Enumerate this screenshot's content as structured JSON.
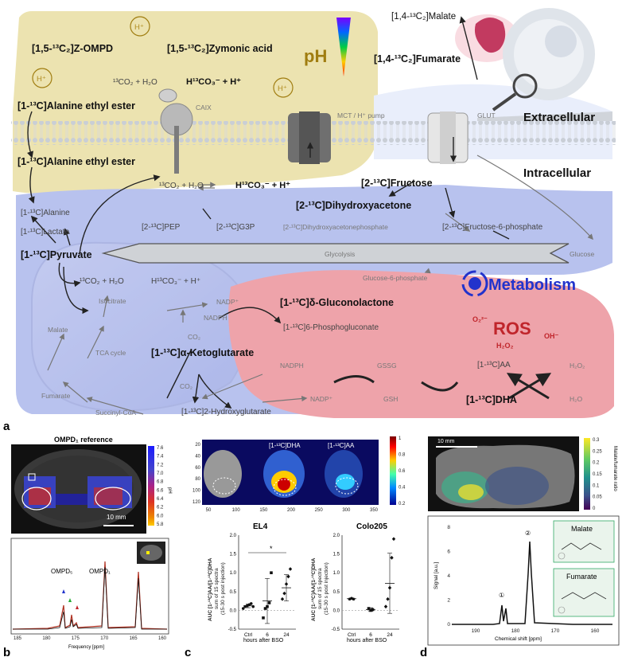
{
  "diagram": {
    "nodes": {
      "malate_top": "[1,4-¹³C₂]Malate",
      "fumarate_top": "[1,4-¹³C₂]Fumarate",
      "zompd": "[1,5-¹³C₂]Z-OMPD",
      "zymonic": "[1,5-¹³C₂]Zymonic acid",
      "ph": "pH",
      "h_plus": "H⁺",
      "co2_eq_top": "¹³CO₂ + H₂O",
      "hco3_top": "H¹³CO₃⁻ + H⁺",
      "alanine_ee_top": "[1-¹³C]Alanine ethyl ester",
      "caix": "CAIX",
      "mct": "MCT / H⁺ pump",
      "glut": "GLUT",
      "extracellular": "Extracellular",
      "intracellular": "Intracellular",
      "alanine_ee_in": "[1-¹³C]Alanine ethyl ester",
      "co2_eq_in": "¹³CO₂ + H₂O",
      "hco3_in": "H¹³CO₃⁻ + H⁺",
      "fructose": "[2-¹³C]Fructose",
      "dha_acetone": "[2-¹³C]Dihydroxyacetone",
      "alanine": "[1-¹³C]Alanine",
      "lactate": "[1-¹³C]Lactate",
      "pep": "[2-¹³C]PEP",
      "g3p": "[2-¹³C]G3P",
      "dhap": "[2-¹³C]Dihydroxyacetonephosphate",
      "f6p": "[2-¹³C]Fructose-6-phosphate",
      "pyruvate": "[1-¹³C]Pyruvate",
      "glycolysis": "Glycolysis",
      "glucose": "Glucose",
      "co2_eq_mito": "¹³CO₂ + H₂O",
      "hco3_mito": "H¹³CO₃⁻ + H⁺",
      "g6p": "Glucose-6-phosphate",
      "metabolism": "Metabolism",
      "isocitrate": "Isocitrate",
      "nadp_top": "NADP⁺",
      "nadph_top": "NADPH",
      "gluconolactone": "[1-¹³C]δ-Gluconolactone",
      "phosphogluconate": "[1-¹³C]6-Phosphogluconate",
      "co2_small": "CO₂",
      "ros": "ROS",
      "o2": "O₂²⁻",
      "oh": "OH⁻",
      "h2o2_ros": "H₂O₂",
      "malate": "Malate",
      "tca": "TCA cycle",
      "akg": "[1-¹³C]α-Ketoglutarate",
      "nadph_mid": "NADPH",
      "gssg": "GSSG",
      "aa": "[1-¹³C]AA",
      "h2o2_right": "H₂O₂",
      "fumarate": "Fumarate",
      "co2_akg": "CO₂",
      "nadp_mid": "NADP⁺",
      "gsh": "GSH",
      "dha": "[1-¹³C]DHA",
      "h2o": "H₂O",
      "succinyl": "Succinyl-CoA",
      "hydroxyglutarate": "[1-¹³C]2-Hydroxyglutarate"
    }
  },
  "panels": {
    "a": "a",
    "b": "b",
    "c": "c",
    "d": "d",
    "b_title": "OMPD₁ reference",
    "b_cbar_label": "pH",
    "b_cbar_ticks": [
      "7.6",
      "7.4",
      "7.2",
      "7.0",
      "6.8",
      "6.6",
      "6.4",
      "6.2",
      "6.0",
      "5.8"
    ],
    "b_scale": "10 mm",
    "b_spec_xlabel": "Frequency [ppm]",
    "b_spec_ticks": [
      "185",
      "180",
      "175",
      "170",
      "165",
      "160"
    ],
    "b_peak5": "OMPD₅",
    "b_peak1": "OMPD₁",
    "c_img_labels": [
      "[1-¹³C]DHA",
      "[1-¹³C]AA"
    ],
    "c_img_xticks": [
      "50",
      "100",
      "150",
      "200",
      "250",
      "300",
      "350"
    ],
    "c_img_yticks": [
      "20",
      "40",
      "60",
      "80",
      "100",
      "120"
    ],
    "c_cbar_ticks": [
      "1",
      "0.8",
      "0.6",
      "0.4",
      "0.2"
    ],
    "c_el4_title": "EL4",
    "c_colo_title": "Colo205",
    "c_ylabel1": "AUC [1-¹³C]AA/[1-¹³C]DHA",
    "c_ylabel2": "sum of 15 spectra",
    "c_ylabel3": "(15-30 s post injection)",
    "c_xlabel": "hours after BSO",
    "c_cats": [
      "Ctrl",
      "6",
      "24"
    ],
    "c_el4_yticks": [
      "2.0",
      "1.5",
      "1.0",
      "0.5",
      "0.0",
      "-0.5"
    ],
    "c_colo_yticks": [
      "2.0",
      "1.5",
      "1.0",
      "0.5",
      "0.0",
      "-0.5"
    ],
    "c_sig": "*",
    "d_scale": "10 mm",
    "d_cbar_label": "Malate/fumarate ratio",
    "d_cbar_ticks": [
      "0.3",
      "0.25",
      "0.2",
      "0.15",
      "0.1",
      "0.05",
      "0"
    ],
    "d_ylabel": "Signal [a.u.]",
    "d_xlabel": "Chemical shift [ppm]",
    "d_yticks": [
      "8",
      "6",
      "4",
      "2",
      "0"
    ],
    "d_xticks": [
      "190",
      "180",
      "170",
      "160"
    ],
    "d_peak1": "①",
    "d_peak2": "②",
    "d_malate": "Malate",
    "d_fumarate": "Fumarate"
  },
  "chart_data": [
    {
      "type": "scatter",
      "title": "EL4",
      "xlabel": "hours after BSO",
      "ylabel": "AUC [1-¹³C]AA/[1-¹³C]DHA sum of 15 spectra (15-30 s post injection)",
      "categories": [
        "Ctrl",
        "6",
        "24"
      ],
      "ylim": [
        -0.5,
        2.0
      ],
      "series": [
        {
          "category": "Ctrl",
          "values": [
            0.05,
            0.1,
            0.12,
            0.15,
            0.18,
            0.1
          ]
        },
        {
          "category": "6",
          "values": [
            -0.2,
            0.05,
            0.1,
            0.2,
            1.0
          ]
        },
        {
          "category": "24",
          "values": [
            0.3,
            0.45,
            0.7,
            0.9,
            1.1
          ]
        }
      ],
      "means": [
        0.12,
        0.25,
        0.6
      ],
      "sd": [
        0.05,
        0.6,
        0.35
      ]
    },
    {
      "type": "scatter",
      "title": "Colo205",
      "xlabel": "hours after BSO",
      "ylabel": "AUC [1-¹³C]AA/[1-¹³C]DHA sum of 15 spectra (15-30 s post injection)",
      "categories": [
        "Ctrl",
        "6",
        "24"
      ],
      "ylim": [
        -0.5,
        2.0
      ],
      "series": [
        {
          "category": "Ctrl",
          "values": [
            0.3,
            0.32,
            0.3
          ]
        },
        {
          "category": "6",
          "values": [
            0.05,
            0.0,
            0.02
          ]
        },
        {
          "category": "24",
          "values": [
            0.1,
            0.3,
            0.6,
            1.4,
            1.9
          ]
        }
      ],
      "means": [
        0.31,
        0.02,
        0.72
      ],
      "sd": [
        0.02,
        0.05,
        0.8
      ]
    }
  ],
  "colors": {
    "extracellular_bg": "#ece3b0",
    "intracellular_bg": "#b8c2ee",
    "ros_bg": "#eea3aa",
    "metabolism": "#2233cc",
    "ros_text": "#c0252b",
    "ph_text": "#a07d10"
  }
}
